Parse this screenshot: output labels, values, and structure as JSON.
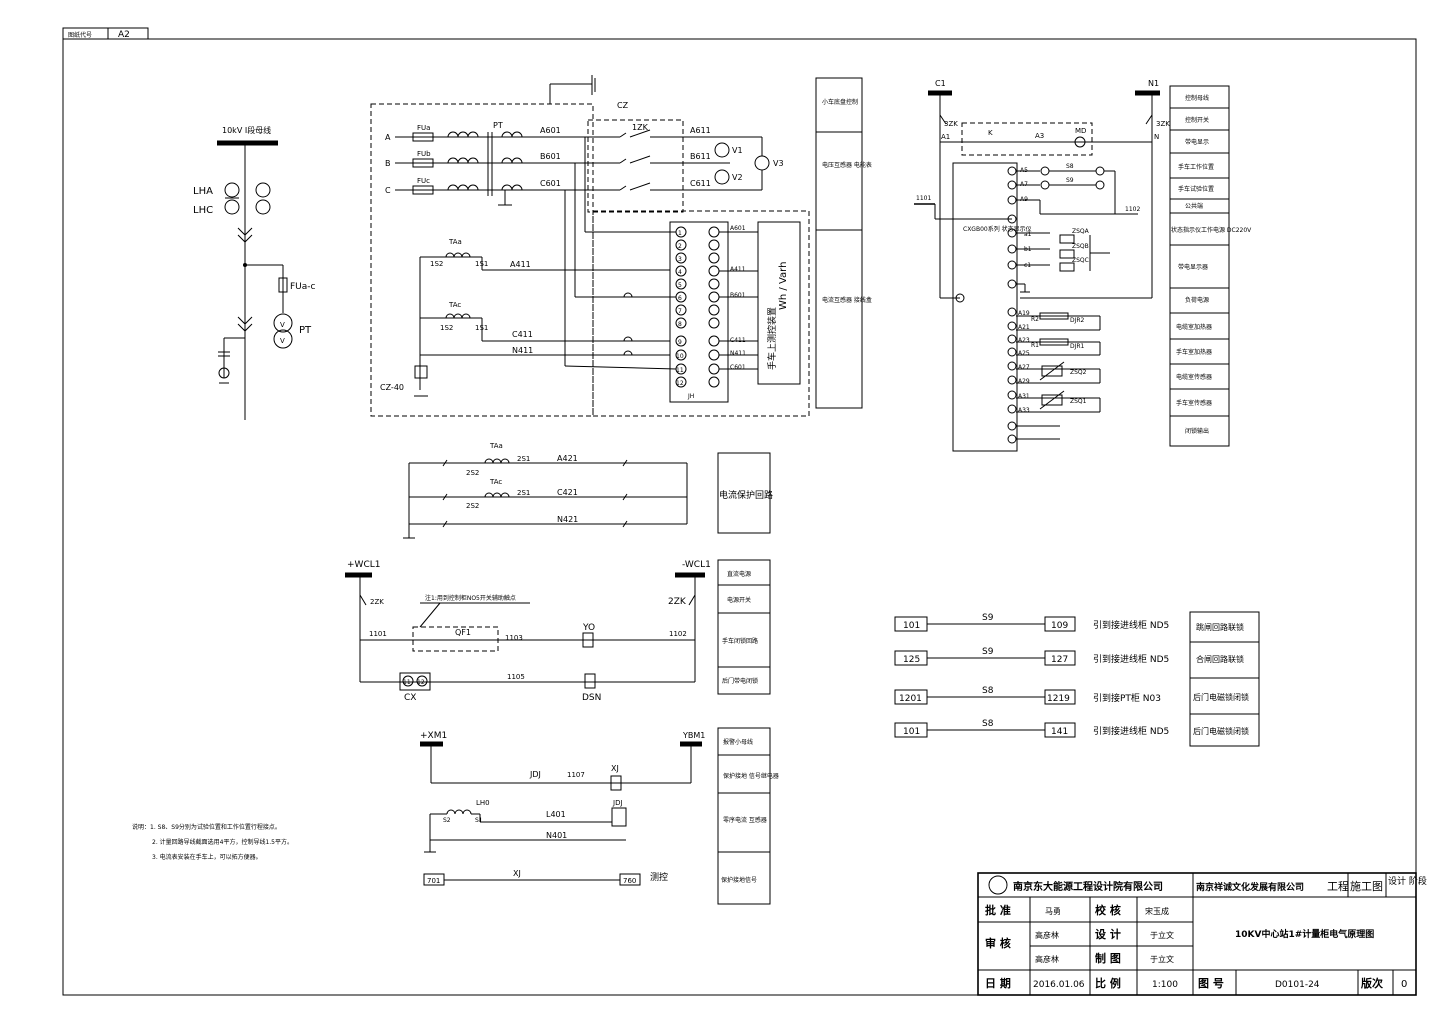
{
  "header": {
    "label": "图纸代号",
    "value": "A2"
  },
  "left_scheme": {
    "bus_label": "10kV I段母线",
    "lha": "LHA",
    "lhc": "LHC",
    "fuse": "FUa-c",
    "pt": "PT"
  },
  "pt_section": {
    "phases": [
      "A",
      "B",
      "C"
    ],
    "fuses": [
      "FUa",
      "FUb",
      "FUc"
    ],
    "pt": "PT",
    "wires": [
      "A601",
      "B601",
      "C601"
    ],
    "wires_right": [
      "A611",
      "B611",
      "C611"
    ],
    "cz": "CZ",
    "zk1": "1ZK",
    "voltmeters": [
      "V1",
      "V2",
      "V3"
    ],
    "ta_a": "TAa",
    "ta_c": "TAc",
    "s1": "1S1",
    "s2": "1S2",
    "a411": "A411",
    "c411": "C411",
    "n411": "N411",
    "cz40": "CZ-40",
    "jh_labels": [
      "A601",
      "A411",
      "B601",
      "C411",
      "N411",
      "C601"
    ],
    "jh_terms": [
      "1",
      "2",
      "3",
      "4",
      "5",
      "6",
      "7",
      "8",
      "9",
      "10",
      "11",
      "12"
    ],
    "jh": "JH",
    "meter": "Wh / Varh",
    "meter_note": "手车上测控装置"
  },
  "side_table_1": [
    "小车底盘控制",
    "电压互感器 电能表",
    "电流互感器 接线盒"
  ],
  "prot_section": {
    "ta_a": "TAa",
    "ta_c": "TAc",
    "s1": "2S1",
    "s2": "2S2",
    "a421": "A421",
    "c421": "C421",
    "n421": "N421",
    "label": "电流保护回路"
  },
  "dc_section": {
    "pos": "+WCL1",
    "neg": "-WCL1",
    "zk1": "2ZK",
    "zk2": "2ZK",
    "w1101": "1101",
    "w1102": "1102",
    "w1103": "1103",
    "w1105": "1105",
    "qf": "QF1",
    "yo": "YO",
    "dsn": "DSN",
    "cx": "CX",
    "cx_terms": [
      "11",
      "12"
    ],
    "note": "注1:用到控制柜NO5开关辅助触点"
  },
  "side_table_2": [
    "直流电源",
    "电源开关",
    "手车闭锁回路",
    "后门带电闭锁"
  ],
  "signal_section": {
    "xm": "+XM1",
    "ybm": "YBM1",
    "jdj": "JDJ",
    "w1107": "1107",
    "xj": "XJ",
    "lh0": "LH0",
    "l401": "L401",
    "n401": "N401",
    "jdj2": "JDJ",
    "s1": "S1",
    "s2": "S2",
    "t701": "701",
    "xj2": "XJ",
    "t760": "760",
    "note": "测控"
  },
  "side_table_3": [
    "报警小母线",
    "保护接地 信号继电器",
    "零序电流 互感器",
    "保护接地信号"
  ],
  "notes": [
    "说明：1. S8、S9分别为试验位置和工作位置行程接点。",
    "2. 计量回路导线截面选用4平方，控制导线1.5平方。",
    "3. 电流表安装在手车上，可以拓方便器。"
  ],
  "ctrl_section": {
    "c1": "C1",
    "n1": "N1",
    "zk_l": "3ZK",
    "zk_r": "3ZK",
    "a1": "A1",
    "a3": "A3",
    "n": "N",
    "k": "K",
    "md": "MD",
    "w1101": "1101",
    "w1102": "1102",
    "device": "CXGB00系列 状态显示仪",
    "terms_top": [
      "A5",
      "A7",
      "A9"
    ],
    "s_labels": [
      "S8",
      "S9"
    ],
    "zsq": [
      "ZSQA",
      "ZSQB",
      "ZSQC"
    ],
    "abc": [
      "a1",
      "b1",
      "c1"
    ],
    "terms_bot": [
      "A19",
      "A21",
      "A23",
      "A25",
      "A27",
      "A29",
      "A31",
      "A33"
    ],
    "r": [
      "R2",
      "R1"
    ],
    "djr": [
      "DJR2",
      "DJR1"
    ],
    "zsq2": [
      "ZSQ2",
      "ZSQ1"
    ]
  },
  "side_table_4": [
    "控制母线",
    "控制开关",
    "带电显示",
    "手车工作位置",
    "手车试验位置",
    "公共端",
    "状态指示仪工作电源 DC220V",
    "带电显示器",
    "负荷电源",
    "电缆室加热器",
    "手车室加热器",
    "电缆室传感器",
    "手车室传感器",
    "闭锁输出"
  ],
  "interlock": {
    "rows": [
      {
        "from": "101",
        "sw": "S9",
        "to": "109",
        "desc": "引到接进线柜 ND5",
        "note": "跳闸回路联锁"
      },
      {
        "from": "125",
        "sw": "S9",
        "to": "127",
        "desc": "引到接进线柜 ND5",
        "note": "合闸回路联锁"
      },
      {
        "from": "1201",
        "sw": "S8",
        "to": "1219",
        "desc": "引到接PT柜 N03",
        "note": "后门电磁锁闭锁"
      },
      {
        "from": "101",
        "sw": "S8",
        "to": "141",
        "desc": "引到接进线柜 ND5",
        "note": "后门电磁锁闭锁"
      }
    ]
  },
  "title_block": {
    "company": "南京东大能源工程设计院有限公司",
    "client": "南京祥诚文化发展有限公司",
    "project_label": "工程",
    "stage": "施工图",
    "stage_label": "设计 阶段",
    "approve_label": "批 准",
    "approve_sig": "马勇",
    "check_label": "校 核",
    "check_sig": "宋玉成",
    "review_label": "审 核",
    "review_sig1": "高彦林",
    "review_sig2": "高彦林",
    "design_label": "设 计",
    "design_sig": "于立文",
    "draw_label": "制 图",
    "draw_sig": "于立文",
    "date_label": "日 期",
    "date": "2016.01.06",
    "scale_label": "比 例",
    "scale": "1:100",
    "drawing_title": "10KV中心站1#计量柜电气原理图",
    "no_label": "图 号",
    "no": "D0101-24",
    "ver_label": "版次",
    "ver": "0"
  }
}
